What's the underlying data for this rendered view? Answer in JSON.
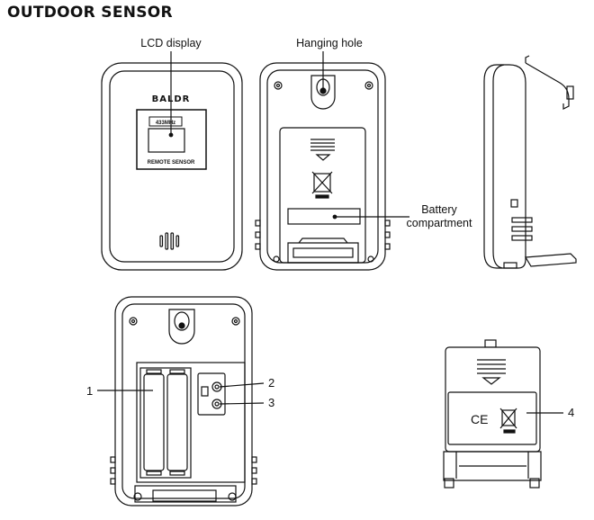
{
  "title": "OUTDOOR SENSOR",
  "labels": {
    "lcd": "LCD display",
    "hanging": "Hanging  hole",
    "battery_line1": "Battery",
    "battery_line2": "compartment"
  },
  "front": {
    "brand": "BALDR",
    "frequency": "433MHz",
    "caption": "REMOTE SENSOR"
  },
  "callouts": {
    "c1": "1",
    "c2": "2",
    "c3": "3",
    "c4": "4"
  },
  "marks": {
    "ce": "CE"
  }
}
